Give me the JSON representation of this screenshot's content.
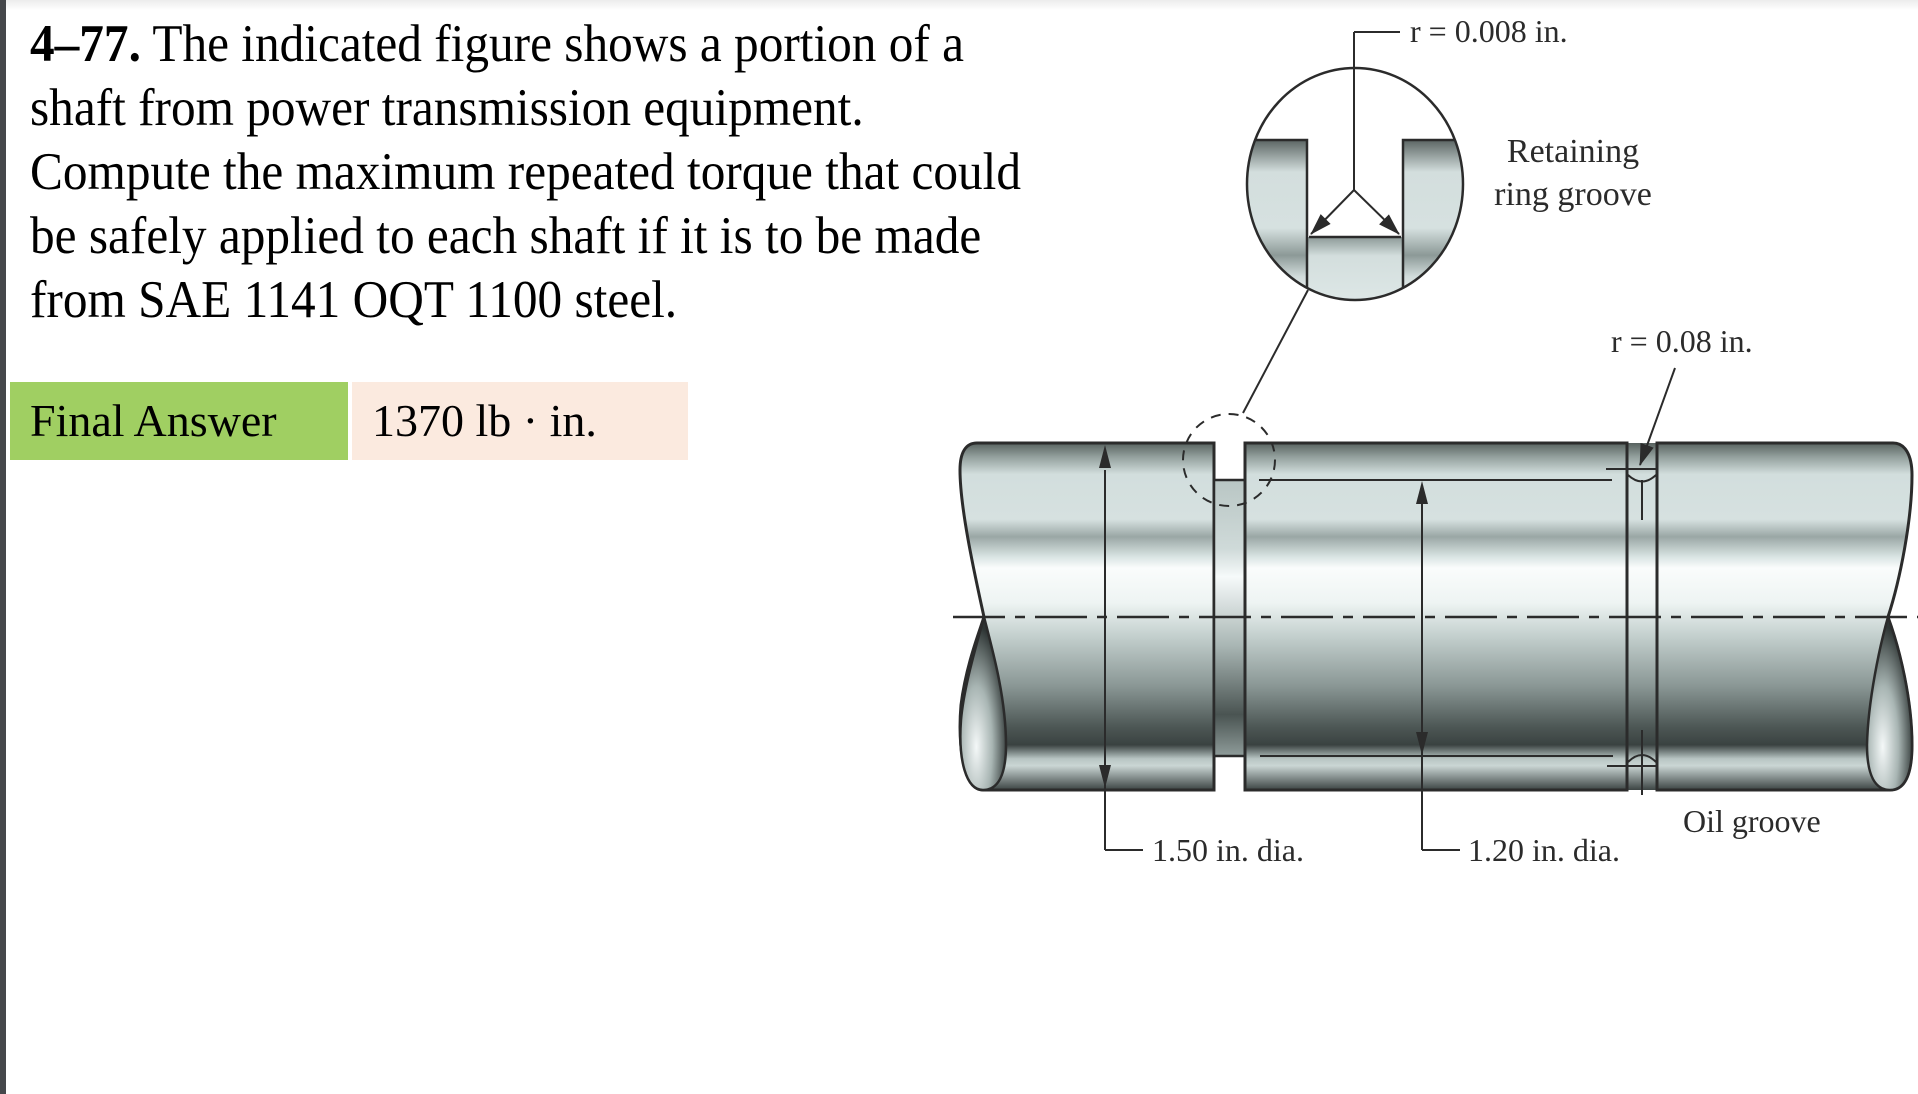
{
  "problem": {
    "number": "4–77.",
    "lines": [
      " The indicated figure shows a portion of a",
      "shaft from power transmission equipment.",
      "Compute the maximum repeated torque that could",
      "be safely applied to each shaft if it is to be made",
      "from SAE 1141 OQT 1100 steel."
    ]
  },
  "answer": {
    "label": "Final Answer",
    "value": "1370 lb · in."
  },
  "figure": {
    "labels": {
      "detail_radius": "r = 0.008 in.",
      "retaining_line1": "Retaining",
      "retaining_line2": "ring groove",
      "oil_radius": "r = 0.08 in.",
      "large_dia": "1.50 in. dia.",
      "small_dia": "1.20 in. dia.",
      "oil_groove": "Oil groove"
    },
    "colors": {
      "answer_label_bg": "#a0cf62",
      "answer_value_bg": "#fbeadf",
      "line": "#2b2b2b"
    }
  }
}
